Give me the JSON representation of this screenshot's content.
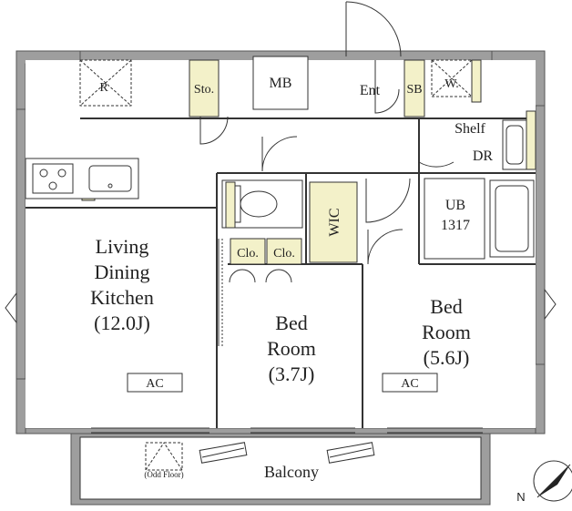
{
  "colors": {
    "wall": "#9e9e9e",
    "storage": "#f3f1c9",
    "line": "#333333",
    "fill": "#ffffff"
  },
  "rooms": {
    "ldk_line1": "Living",
    "ldk_line2": "Dining",
    "ldk_line3": "Kitchen",
    "ldk_size": "(12.0J)",
    "bed1_line1": "Bed",
    "bed1_line2": "Room",
    "bed1_size": "(3.7J)",
    "bed2_line1": "Bed",
    "bed2_line2": "Room",
    "bed2_size": "(5.6J)",
    "wic": "WIC",
    "ub_line1": "UB",
    "ub_line2": "1317",
    "balcony": "Balcony"
  },
  "labels": {
    "refrigerator": "R",
    "storage": "Sto.",
    "meter_box": "MB",
    "entrance": "Ent",
    "shoe_box": "SB",
    "washer": "W.",
    "shelf": "Shelf",
    "dressing_room": "DR",
    "closet_left": "Clo.",
    "closet_right": "Clo.",
    "ac_ldk": "AC",
    "ac_bed": "AC",
    "odd_floor": "(Odd Floor)",
    "north": "N"
  },
  "icons": [
    "stove-icon",
    "sink-icon",
    "toilet-icon",
    "bathtub-icon",
    "washbasin-icon",
    "door-swing-icon",
    "compass-icon",
    "escape-hatch-icon"
  ]
}
